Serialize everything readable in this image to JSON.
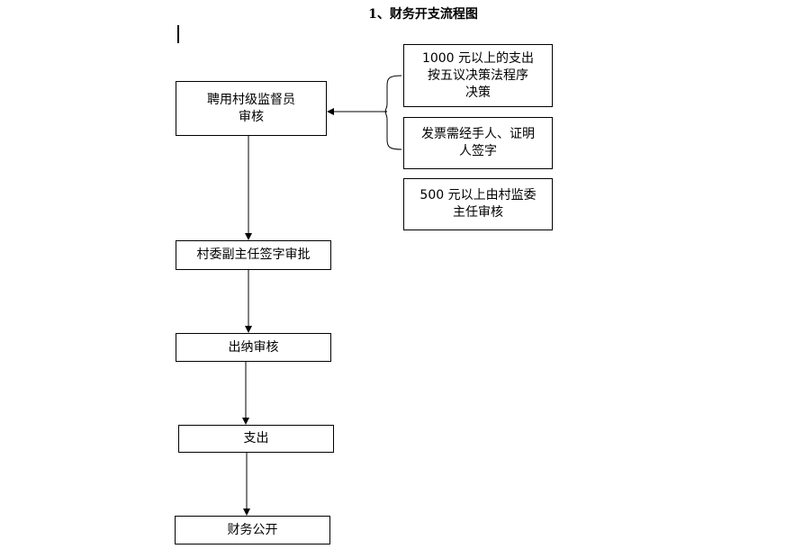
{
  "title": "1、财务开支流程图",
  "flow": {
    "hire_review": [
      "聘用村级监督员",
      "审核"
    ],
    "vice_director_approval": "村委副主任签字审批",
    "cashier_review": "出纳审核",
    "expenditure": "支出",
    "financial_disclosure": "财务公开"
  },
  "conditions": {
    "over_1000": [
      "1000 元以上的支出",
      "按五议决策法程序",
      "决策"
    ],
    "invoice_signatures": [
      "发票需经手人、证明",
      "人签字"
    ],
    "over_500": [
      "500 元以上由村监委",
      "主任审核"
    ]
  }
}
